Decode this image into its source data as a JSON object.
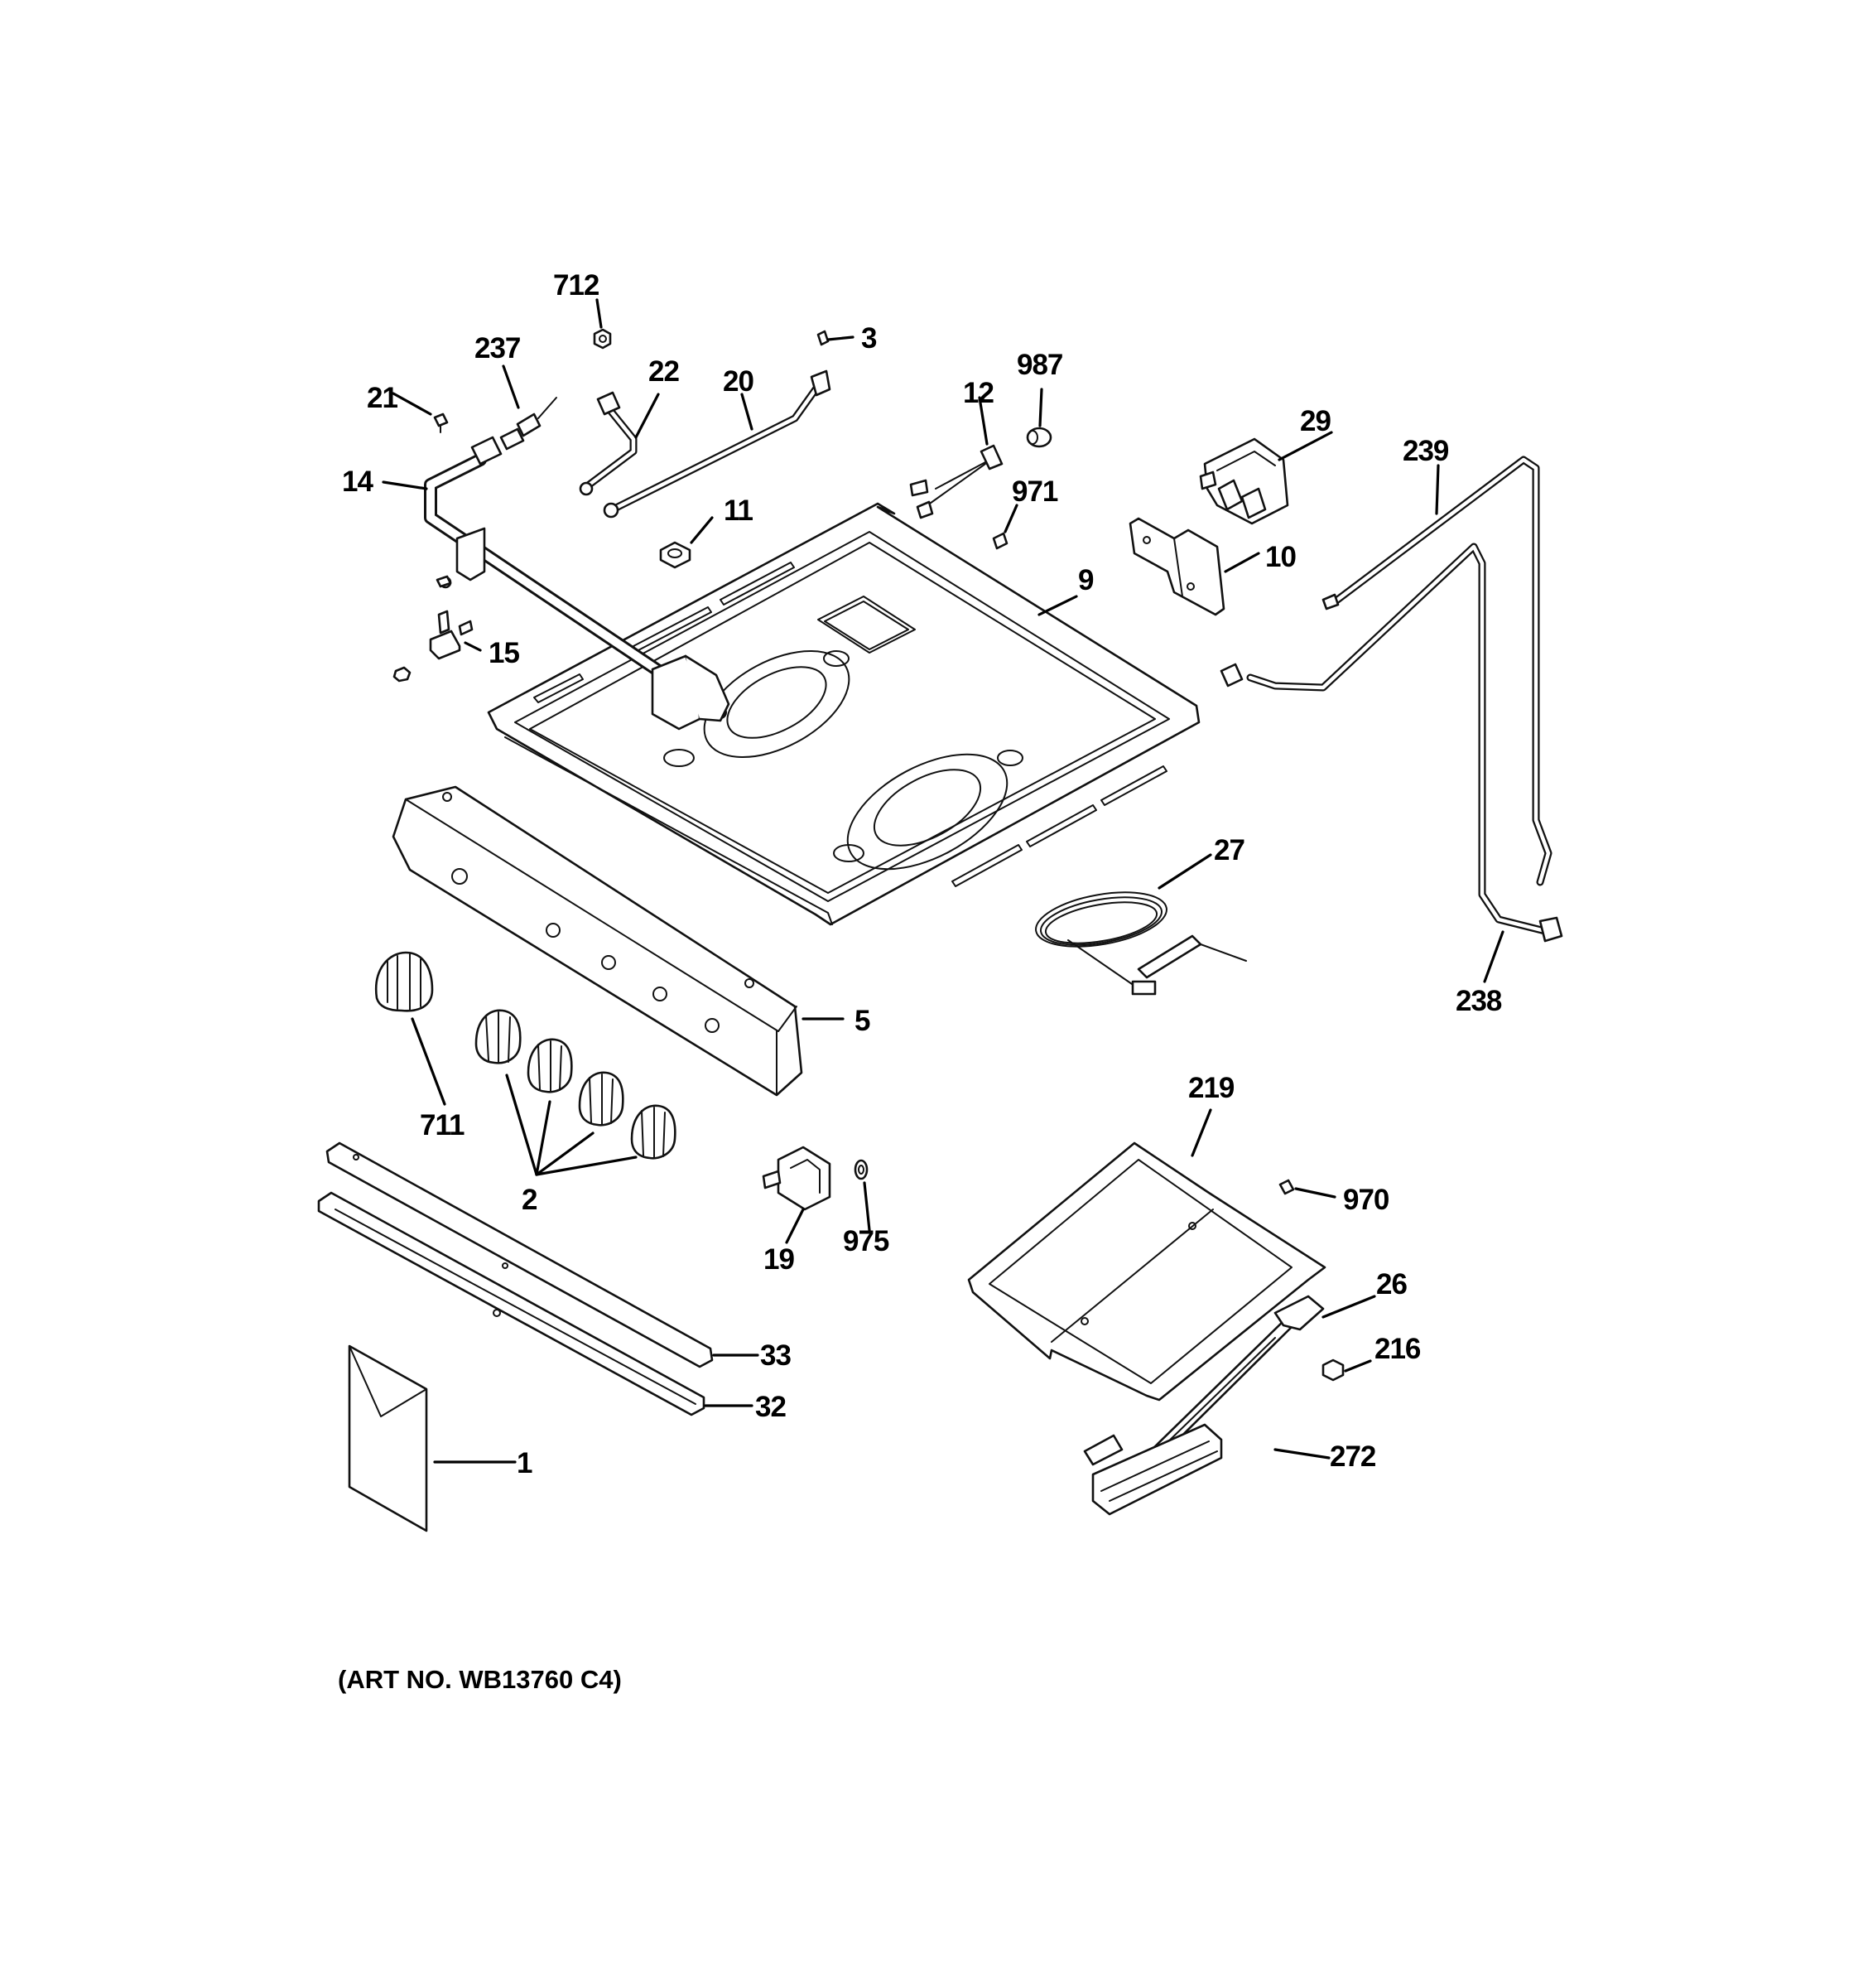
{
  "diagram": {
    "callouts": {
      "c712": "712",
      "c3": "3",
      "c237": "237",
      "c22": "22",
      "c20": "20",
      "c987": "987",
      "c12": "12",
      "c21": "21",
      "c29": "29",
      "c239": "239",
      "c14": "14",
      "c971": "971",
      "c11": "11",
      "c10": "10",
      "c9": "9",
      "c15": "15",
      "c27": "27",
      "c5": "5",
      "c238": "238",
      "c219": "219",
      "c711": "711",
      "c970": "970",
      "c2": "2",
      "c975": "975",
      "c19": "19",
      "c26": "26",
      "c216": "216",
      "c33": "33",
      "c32": "32",
      "c272": "272",
      "c1": "1"
    },
    "art_number": "(ART NO. WB13760 C4)"
  }
}
